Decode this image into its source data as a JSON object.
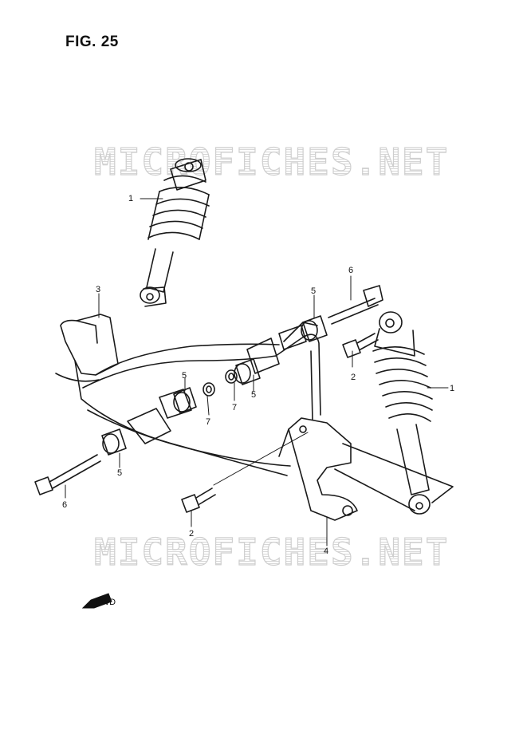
{
  "figure": {
    "title": "FIG. 25"
  },
  "watermark": {
    "text": "MICROFICHES.NET"
  },
  "fwd_label": "FWD",
  "callouts": [
    {
      "id": "c1a",
      "number": "1"
    },
    {
      "id": "c1b",
      "number": "1"
    },
    {
      "id": "c2a",
      "number": "2"
    },
    {
      "id": "c2b",
      "number": "2"
    },
    {
      "id": "c3",
      "number": "3"
    },
    {
      "id": "c4",
      "number": "4"
    },
    {
      "id": "c5a",
      "number": "5"
    },
    {
      "id": "c5b",
      "number": "5"
    },
    {
      "id": "c5c",
      "number": "5"
    },
    {
      "id": "c5d",
      "number": "5"
    },
    {
      "id": "c6a",
      "number": "6"
    },
    {
      "id": "c6b",
      "number": "6"
    },
    {
      "id": "c7a",
      "number": "7"
    },
    {
      "id": "c7b",
      "number": "7"
    }
  ]
}
